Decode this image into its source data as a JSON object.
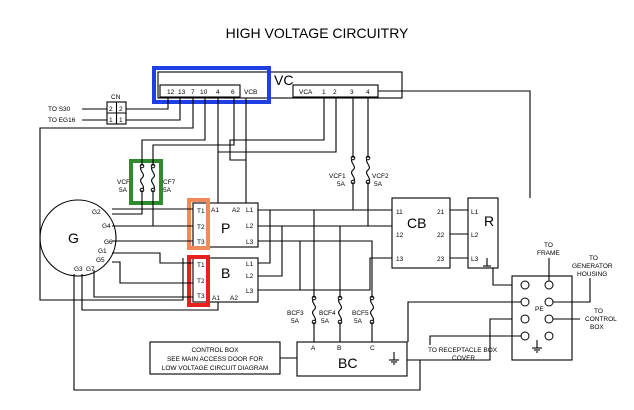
{
  "title": "HIGH  VOLTAGE CIRCUITRY",
  "vc": {
    "label": "VC",
    "left_pins": [
      "12",
      "13",
      "7",
      "10",
      "4",
      "6",
      "VCB"
    ],
    "right_label": "VCA",
    "right_pins": [
      "1",
      "2",
      "3",
      "4"
    ]
  },
  "cn": {
    "label": "CN",
    "pins_top": [
      "2",
      "2"
    ],
    "pins_bottom": [
      "1",
      "1"
    ],
    "to_s30": "TO S30",
    "to_eg16": "TO EG16"
  },
  "fuses": {
    "vcf": "VCF",
    "cf7": "CF7",
    "vcf1": "VCF1",
    "vcf2": "VCF2",
    "bcf3": "BCF3",
    "bcf4": "BCF4",
    "bcf5": "BCF5",
    "rating": "5A"
  },
  "generator": {
    "label": "G",
    "terminals": [
      "G2",
      "G4",
      "G6",
      "G1",
      "G5",
      "G3",
      "G7"
    ]
  },
  "p_block": {
    "label": "P",
    "t": [
      "T1",
      "T2",
      "T3"
    ],
    "a": [
      "A1",
      "A2"
    ],
    "l": [
      "L1",
      "L2",
      "L3"
    ]
  },
  "b_block": {
    "label": "B",
    "t": [
      "T1",
      "T2",
      "T3"
    ],
    "a": [
      "A1",
      "A2"
    ],
    "l": [
      "L1",
      "L2",
      "L3"
    ]
  },
  "cb": {
    "label": "CB",
    "left": [
      "11",
      "12",
      "13"
    ],
    "right": [
      "21",
      "22",
      "23"
    ]
  },
  "r": {
    "label": "R",
    "pins": [
      "L1",
      "L2",
      "L3"
    ]
  },
  "bc": {
    "label": "BC",
    "pins": [
      "A",
      "B",
      "C"
    ]
  },
  "pe": {
    "label": "PE",
    "to_frame": [
      "TO",
      "FRAME"
    ],
    "to_generator": [
      "TO",
      "GENERATOR",
      "HOUSING"
    ],
    "to_control_box": [
      "TO",
      "CONTROL",
      "BOX"
    ],
    "to_receptacle": [
      "TO RECEPTACLE BOX",
      "COVER"
    ]
  },
  "note": [
    "CONTROL BOX",
    "SEE MAIN ACCESS DOOR FOR",
    "LOW VOLTAGE CIRCUIT DIAGRAM"
  ],
  "highlight_colors": {
    "blue": "#1f3fe6",
    "green": "#2e8b2e",
    "orange": "#f08a5d",
    "red": "#e8201e"
  }
}
